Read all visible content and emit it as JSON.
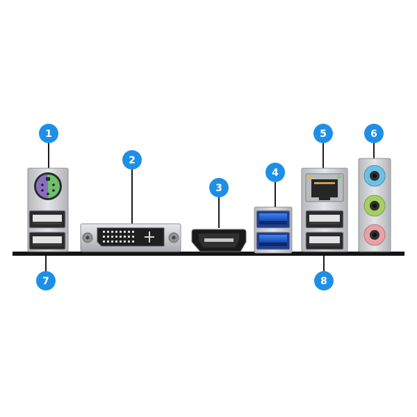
{
  "callouts": [
    {
      "number": "1",
      "component": "ps2-port"
    },
    {
      "number": "2",
      "component": "dvi-port"
    },
    {
      "number": "3",
      "component": "hdmi-port"
    },
    {
      "number": "4",
      "component": "usb3-ports"
    },
    {
      "number": "5",
      "component": "lan-port"
    },
    {
      "number": "6",
      "component": "audio-jacks"
    },
    {
      "number": "7",
      "component": "usb2-ports-left"
    },
    {
      "number": "8",
      "component": "usb2-ports-right"
    }
  ],
  "colors": {
    "callout_blue": "#1e8fe6",
    "leader_line": "#1b1b1b",
    "panel_base": "#141414",
    "metal": "#d2d3d6",
    "metal_dark": "#a9abb0",
    "ps2_green": "#69b46a",
    "ps2_purple": "#8a6fc1",
    "usb3_blue": "#1e5fd1",
    "audio_blue": "#6cc0e6",
    "audio_green": "#9cc85c",
    "audio_pink": "#e59aa0"
  }
}
